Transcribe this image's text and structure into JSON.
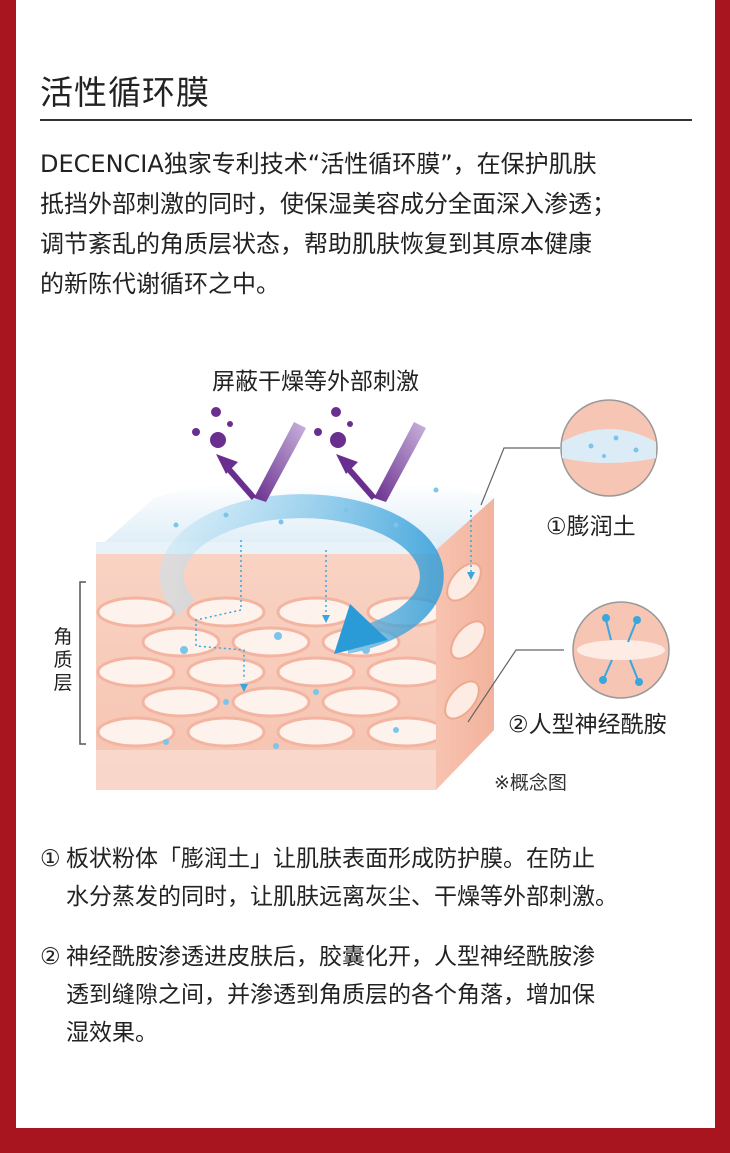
{
  "title": "活性循环膜",
  "intro": "DECENCIA独家专利技术“活性循环膜”，在保护肌肤\n抵挡外部刺激的同时，使保湿美容成分全面深入渗透；\n调节紊乱的角质层状态，帮助肌肤恢复到其原本健康\n的新陈代谢循环之中。",
  "figure": {
    "barrier_label": "屏蔽干燥等外部刺激",
    "callout_1": "①膨润土",
    "callout_2": "②人型神经酰胺",
    "stratum_label": "角质层",
    "concept_note": "※概念图"
  },
  "notes": [
    {
      "num": "①",
      "text": "板状粉体「膨润土」让肌肤表面形成防护膜。在防止\n水分蒸发的同时，让肌肤远离灰尘、干燥等外部刺激。"
    },
    {
      "num": "②",
      "text": "神经酰胺渗透进皮肤后，胶囊化开，人型神经酰胺渗\n透到缝隙之间，并渗透到角质层的各个角落，增加保\n湿效果。"
    }
  ],
  "colors": {
    "frame": "#a8151f",
    "skin": "#f6c7b6",
    "cell": "#fdeee6",
    "arrow_blue": "#3aa6dc",
    "arrow_purple": "#6a2f8e"
  }
}
